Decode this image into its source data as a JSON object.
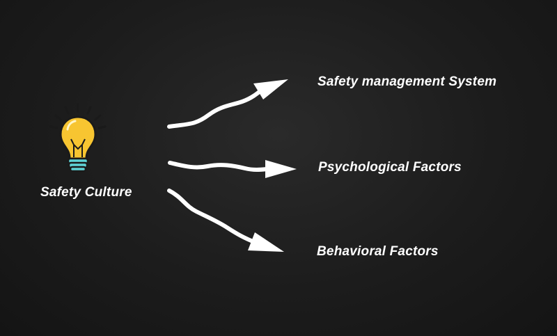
{
  "diagram": {
    "source": {
      "label": "Safety Culture",
      "icon": "lightbulb-icon"
    },
    "targets": [
      {
        "label": "Safety management System"
      },
      {
        "label": "Psychological Factors"
      },
      {
        "label": "Behavioral Factors"
      }
    ],
    "colors": {
      "background": "#1c1c1c",
      "text": "#ffffff",
      "arrow": "#ffffff",
      "bulb_glass": "#f7c531",
      "bulb_outline": "#1a1a1a",
      "bulb_base": "#5fd3d6",
      "rays": "#1a1a1a"
    }
  }
}
